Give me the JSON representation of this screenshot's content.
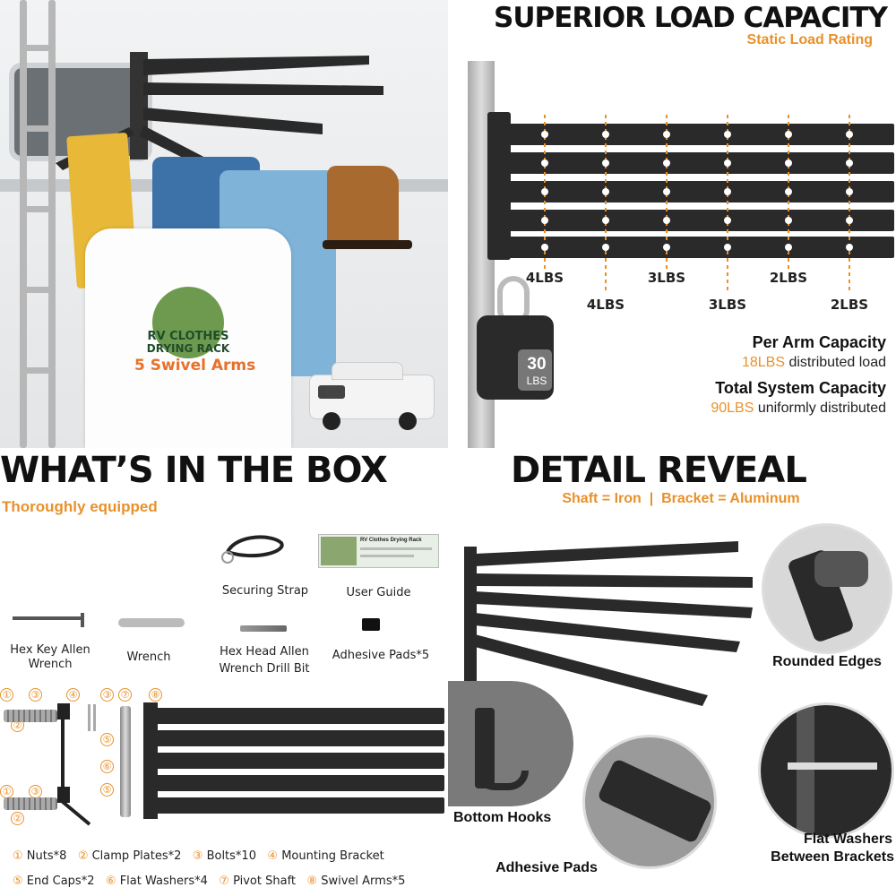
{
  "q1": {
    "shirt_line1": "RV CLOTHES",
    "shirt_line2": "DRYING RACK",
    "shirt_badge": "5 Swivel Arms"
  },
  "q2": {
    "title": "SUPERIOR LOAD CAPACITY",
    "subtitle": "Static Load Rating",
    "arm_loads_top": [
      "4LBS",
      "3LBS",
      "2LBS"
    ],
    "arm_loads_bottom": [
      "4LBS",
      "3LBS",
      "2LBS"
    ],
    "weight_value": "30",
    "weight_unit": "LBS",
    "per_arm_title": "Per Arm Capacity",
    "per_arm_value": "18LBS",
    "per_arm_desc": " distributed load",
    "total_title": "Total System Capacity",
    "total_value": "90LBS",
    "total_desc": " uniformly distributed"
  },
  "q3": {
    "title": "WHAT’S IN THE BOX",
    "subtitle": "Thoroughly equipped",
    "items": {
      "strap": "Securing Strap",
      "guide": "User Guide",
      "guide_cover": "RV Clothes Drying Rack",
      "hexkey": "Hex Key Allen Wrench",
      "wrench": "Wrench",
      "bit": "Hex Head Allen Wrench Drill Bit",
      "pads": "Adhesive Pads*5"
    },
    "legend": {
      "nuts": "Nuts*8",
      "clamp": "Clamp Plates*2",
      "bolts": "Bolts*10",
      "bracket": "Mounting Bracket",
      "endcaps": "End Caps*2",
      "washers": "Flat Washers*4",
      "shaft": "Pivot Shaft",
      "arms": "Swivel Arms*5"
    },
    "marks": [
      "①",
      "②",
      "③",
      "④",
      "⑤",
      "⑥",
      "⑦",
      "⑧"
    ]
  },
  "q4": {
    "title": "DETAIL REVEAL",
    "subtitle": "Shaft = Iron  |  Bracket = Aluminum",
    "rounded": "Rounded Edges",
    "hooks": "Bottom Hooks",
    "pads": "Adhesive Pads",
    "washers_line1": "Flat Washers",
    "washers_line2": "Between Brackets"
  },
  "colors": {
    "accent": "#e8912a",
    "arm": "#2a2a2a",
    "pole": "#c9c9c9"
  }
}
